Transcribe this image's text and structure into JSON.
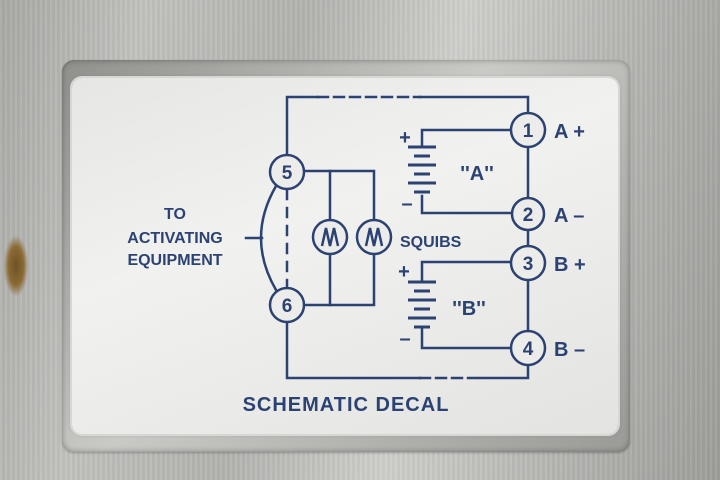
{
  "decal": {
    "title": "SCHEMATIC DECAL",
    "side_label": [
      "TO",
      "ACTIVATING",
      "EQUIPMENT"
    ],
    "squibs_label": "SQUIBS",
    "battery_a_label": "''A''",
    "battery_b_label": "''B''",
    "terminals": [
      {
        "number": "1",
        "label": "A +"
      },
      {
        "number": "2",
        "label": "A –"
      },
      {
        "number": "3",
        "label": "B +"
      },
      {
        "number": "4",
        "label": "B –"
      },
      {
        "number": "5",
        "label": ""
      },
      {
        "number": "6",
        "label": ""
      }
    ],
    "plus_sign": "+",
    "minus_sign": "–"
  },
  "colors": {
    "ink": "#2b4272",
    "decal_background": "#ececea",
    "metal": "#b8b8b5"
  }
}
